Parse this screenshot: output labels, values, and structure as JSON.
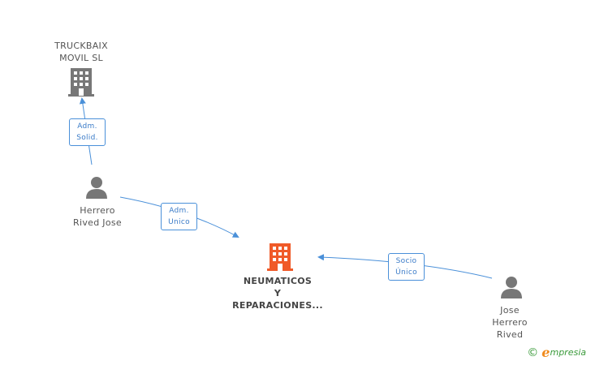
{
  "nodes": {
    "truckbaix": {
      "label": "TRUCKBAIX\nMOVIL SL",
      "icon": "building-icon",
      "color": "#777777"
    },
    "herrero_rived_jose": {
      "label": "Herrero\nRived Jose",
      "icon": "person-icon",
      "color": "#777777"
    },
    "neumaticos": {
      "label": "NEUMATICOS\nY\nREPARACIONES...",
      "icon": "building-icon",
      "color": "#f05a28"
    },
    "jose_herrero_rived": {
      "label": "Jose\nHerrero\nRived",
      "icon": "person-icon",
      "color": "#777777"
    }
  },
  "edges": {
    "adm_solid": {
      "label": "Adm.\nSolid.",
      "color": "#4a90d9"
    },
    "adm_unico": {
      "label": "Adm.\nUnico",
      "color": "#4a90d9"
    },
    "socio_unico": {
      "label": "Socio\nÚnico",
      "color": "#4a90d9"
    }
  },
  "footer": {
    "copyright_symbol": "©",
    "brand_initial": "e",
    "brand_rest": "mpresia"
  }
}
